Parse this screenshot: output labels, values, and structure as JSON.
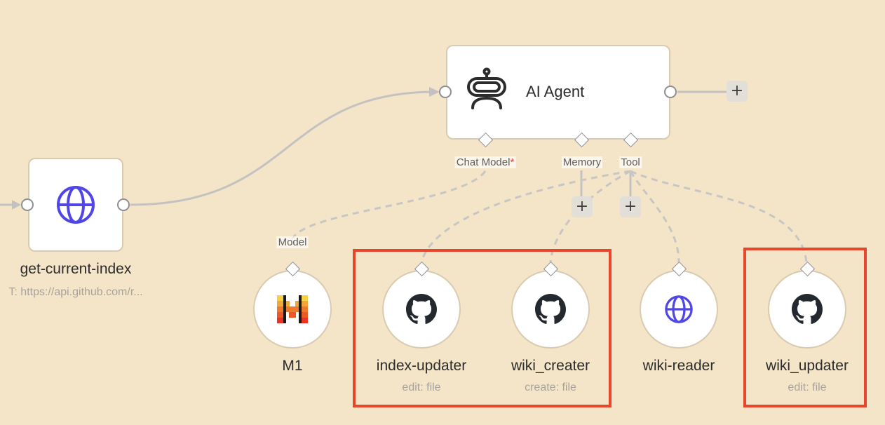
{
  "colors": {
    "canvas_background": "#f4e5c8",
    "node_fill": "#ffffff",
    "node_border": "#d9cbb0",
    "edge": "#c4c2c0",
    "highlight": "#e8452d",
    "http_icon": "#4f46e5",
    "github_icon": "#24292f"
  },
  "agent": {
    "title": "AI Agent",
    "icon": "robot-icon",
    "ports": {
      "chat_model": "Chat Model",
      "required_mark": "*",
      "memory": "Memory",
      "tool": "Tool"
    },
    "add_button": "+"
  },
  "plus_buttons": {
    "memory": "+",
    "tool": "+"
  },
  "http_node": {
    "title": "get-current-index",
    "subtitle": "T: https://api.github.com/r...",
    "icon": "globe-icon"
  },
  "model_node": {
    "port_label": "Model",
    "title": "M1",
    "icon": "mistral-logo-icon"
  },
  "tools": [
    {
      "title": "index-updater",
      "subtitle": "edit: file",
      "icon": "github-icon",
      "highlighted": true
    },
    {
      "title": "wiki_creater",
      "subtitle": "create: file",
      "icon": "github-icon",
      "highlighted": true
    },
    {
      "title": "wiki-reader",
      "subtitle": "",
      "icon": "globe-icon",
      "highlighted": false
    },
    {
      "title": "wiki_updater",
      "subtitle": "edit: file",
      "icon": "github-icon",
      "highlighted": true
    }
  ]
}
